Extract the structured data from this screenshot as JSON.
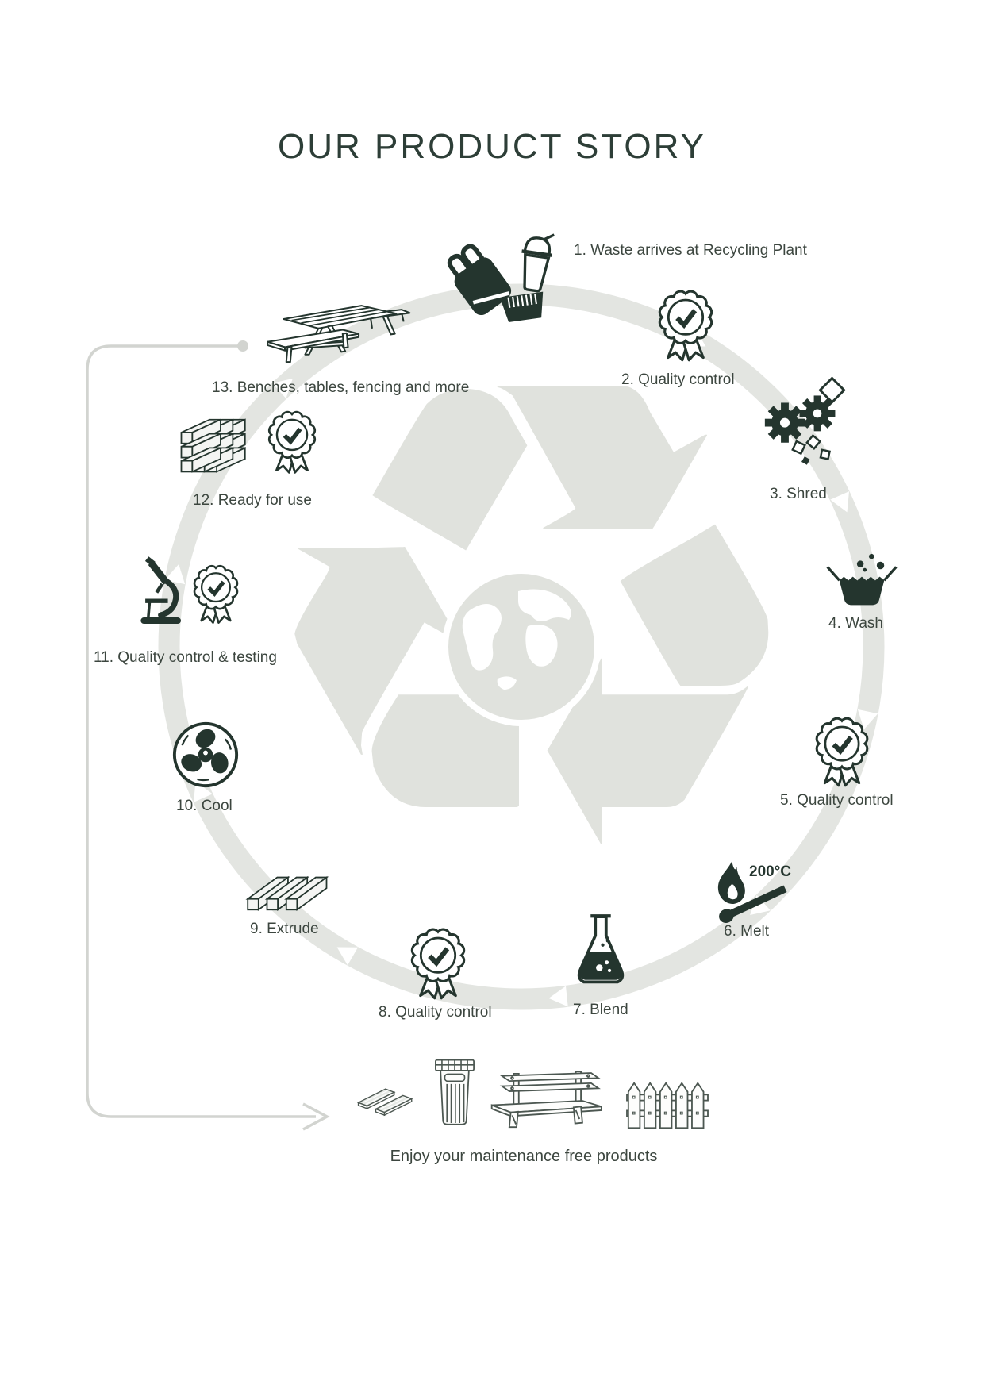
{
  "title": "OUR PRODUCT STORY",
  "recycle_glyph": "♻",
  "colors": {
    "icon_dark": "#24352e",
    "label_text": "#3c463f",
    "title_text": "#2d3e37",
    "ring_gray": "#e3e5e1",
    "watermark_gray": "#e0e2dd",
    "connector_gray": "#d2d4d0",
    "product_outline": "#4c5751"
  },
  "steps": [
    {
      "label": "1. Waste arrives at Recycling Plant"
    },
    {
      "label": "2. Quality control"
    },
    {
      "label": "3. Shred"
    },
    {
      "label": "4. Wash"
    },
    {
      "label": "5. Quality control"
    },
    {
      "label": "6. Melt",
      "temp": "200°C"
    },
    {
      "label": "7. Blend"
    },
    {
      "label": "8. Quality control"
    },
    {
      "label": "9. Extrude"
    },
    {
      "label": "10. Cool"
    },
    {
      "label": "11. Quality control & testing"
    },
    {
      "label": "12. Ready for use"
    },
    {
      "label": "13. Benches, tables, fencing and more"
    }
  ],
  "footer": {
    "caption": "Enjoy your maintenance free products"
  }
}
